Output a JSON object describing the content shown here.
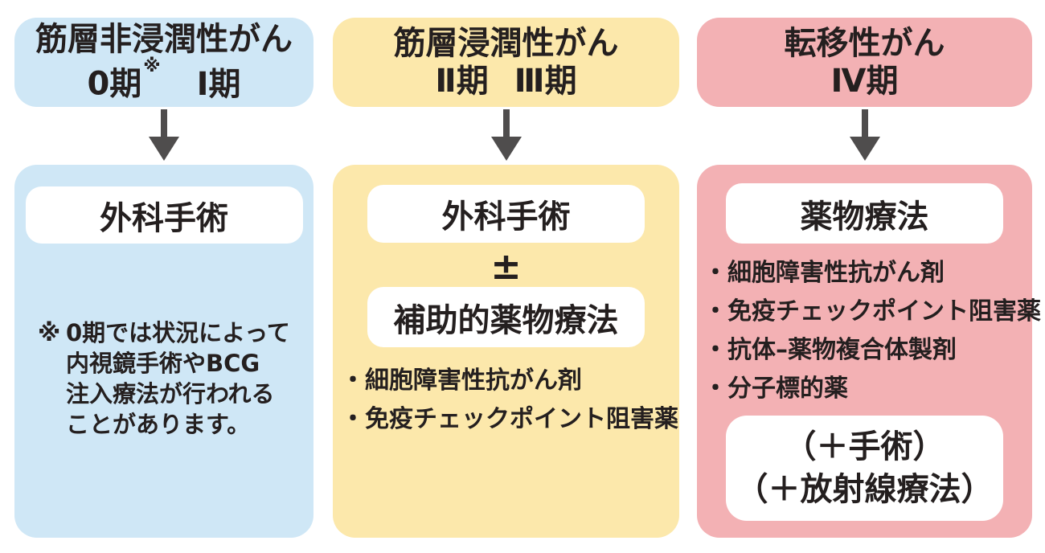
{
  "colors": {
    "column_blue": "#cfe7f6",
    "column_yellow": "#fce8ab",
    "column_pink": "#f3b1b4",
    "arrow_gray": "#4f4d4d",
    "text_ink": "#241f1f",
    "inner_box_white": "#ffffff"
  },
  "columns": [
    {
      "header": {
        "line1": "筋層非浸潤性がん",
        "stage_a": "0期",
        "stage_a_mark": "※",
        "stage_b": "Ⅰ期"
      },
      "treatment_box": "外科手術",
      "footnote": {
        "mark": "※",
        "lines": [
          "0期では状況によって",
          "内視鏡手術やBCG",
          "注入療法が行われる",
          "ことがあります。"
        ]
      }
    },
    {
      "header": {
        "line1": "筋層浸潤性がん",
        "stage_a": "Ⅱ期",
        "stage_b": "Ⅲ期"
      },
      "treatment_box_1": "外科手術",
      "plus_minus": "±",
      "treatment_box_2": "補助的薬物療法",
      "drugs": [
        "・細胞障害性抗がん剤",
        "・免疫チェックポイント阻害薬"
      ]
    },
    {
      "header": {
        "line1": "転移性がん",
        "stage_a": "Ⅳ期"
      },
      "treatment_box": "薬物療法",
      "drugs": [
        "・細胞障害性抗がん剤",
        "・免疫チェックポイント阻害薬",
        "・抗体–薬物複合体製剤",
        "・分子標的薬"
      ],
      "additional_box": {
        "line1": "（＋手術）",
        "line2": "（＋放射線療法）"
      }
    }
  ]
}
